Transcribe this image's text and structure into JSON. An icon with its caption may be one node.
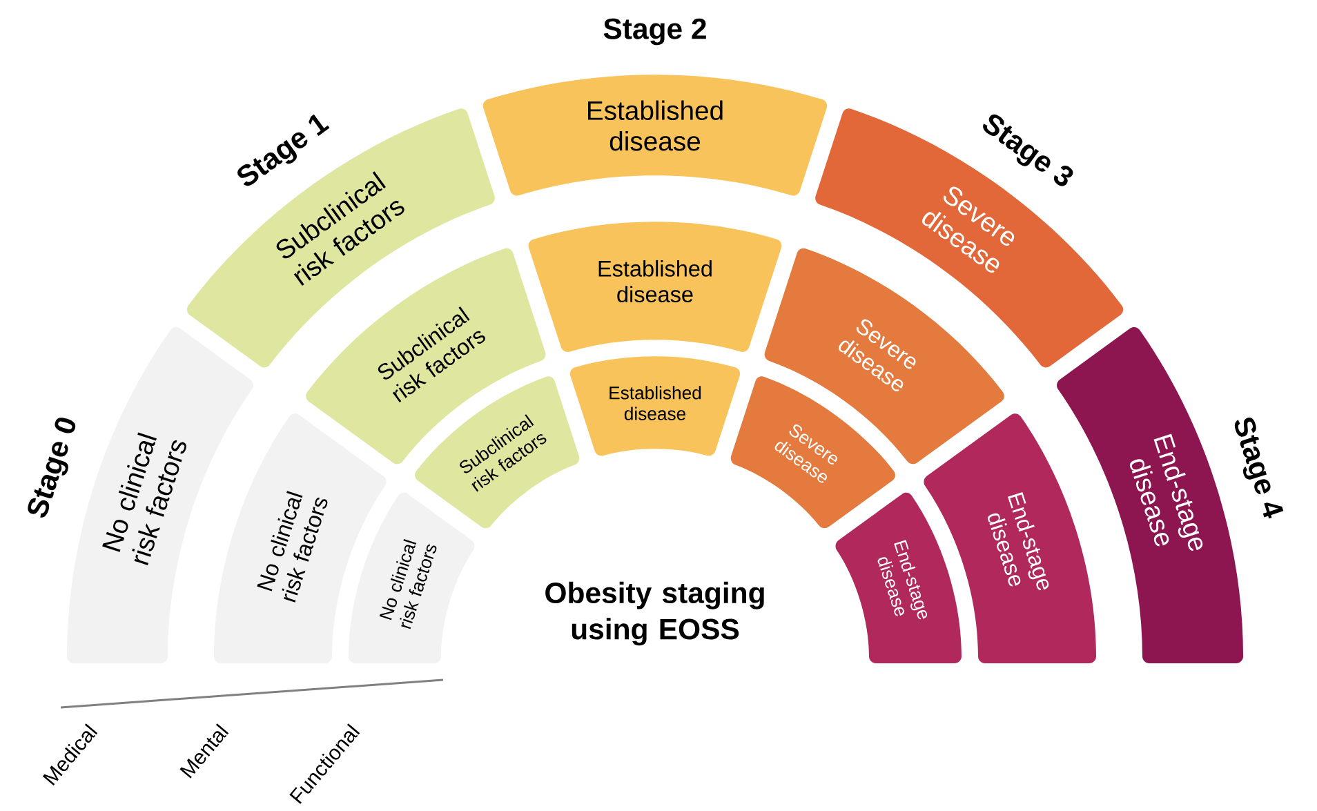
{
  "diagram": {
    "title": "Obesity staging using EOSS",
    "nodes": [
      {
        "text": [
          "No clinical risk factors"
        ]
      },
      {
        "text": [
          "Subclinical risk factors"
        ]
      },
      {
        "text": [
          "Established disease"
        ]
      },
      {
        "text": [
          "Severe disease"
        ]
      },
      {
        "text": [
          "End-stage disease"
        ]
      },
      {
        "text": [
          "No clinical risk factors"
        ]
      },
      {
        "text": [
          "Subclinical risk factors"
        ]
      },
      {
        "text": [
          "Established disease"
        ]
      },
      {
        "text": [
          "Severe disease"
        ]
      },
      {
        "text": [
          "End-stage disease"
        ]
      },
      {
        "text": [
          "No clinical risk factors"
        ]
      },
      {
        "text": [
          "Subclinical risk factors"
        ]
      },
      {
        "text": [
          "Established disease"
        ]
      },
      {
        "text": [
          "Severe disease"
        ]
      },
      {
        "text": [
          "End-stage disease"
        ]
      }
    ],
    "labels": [
      "Stage 0",
      "Stage 1",
      "Stage 2",
      "Stage 3",
      "Stage 4",
      "Medical",
      "Mental",
      "Functional"
    ]
  }
}
